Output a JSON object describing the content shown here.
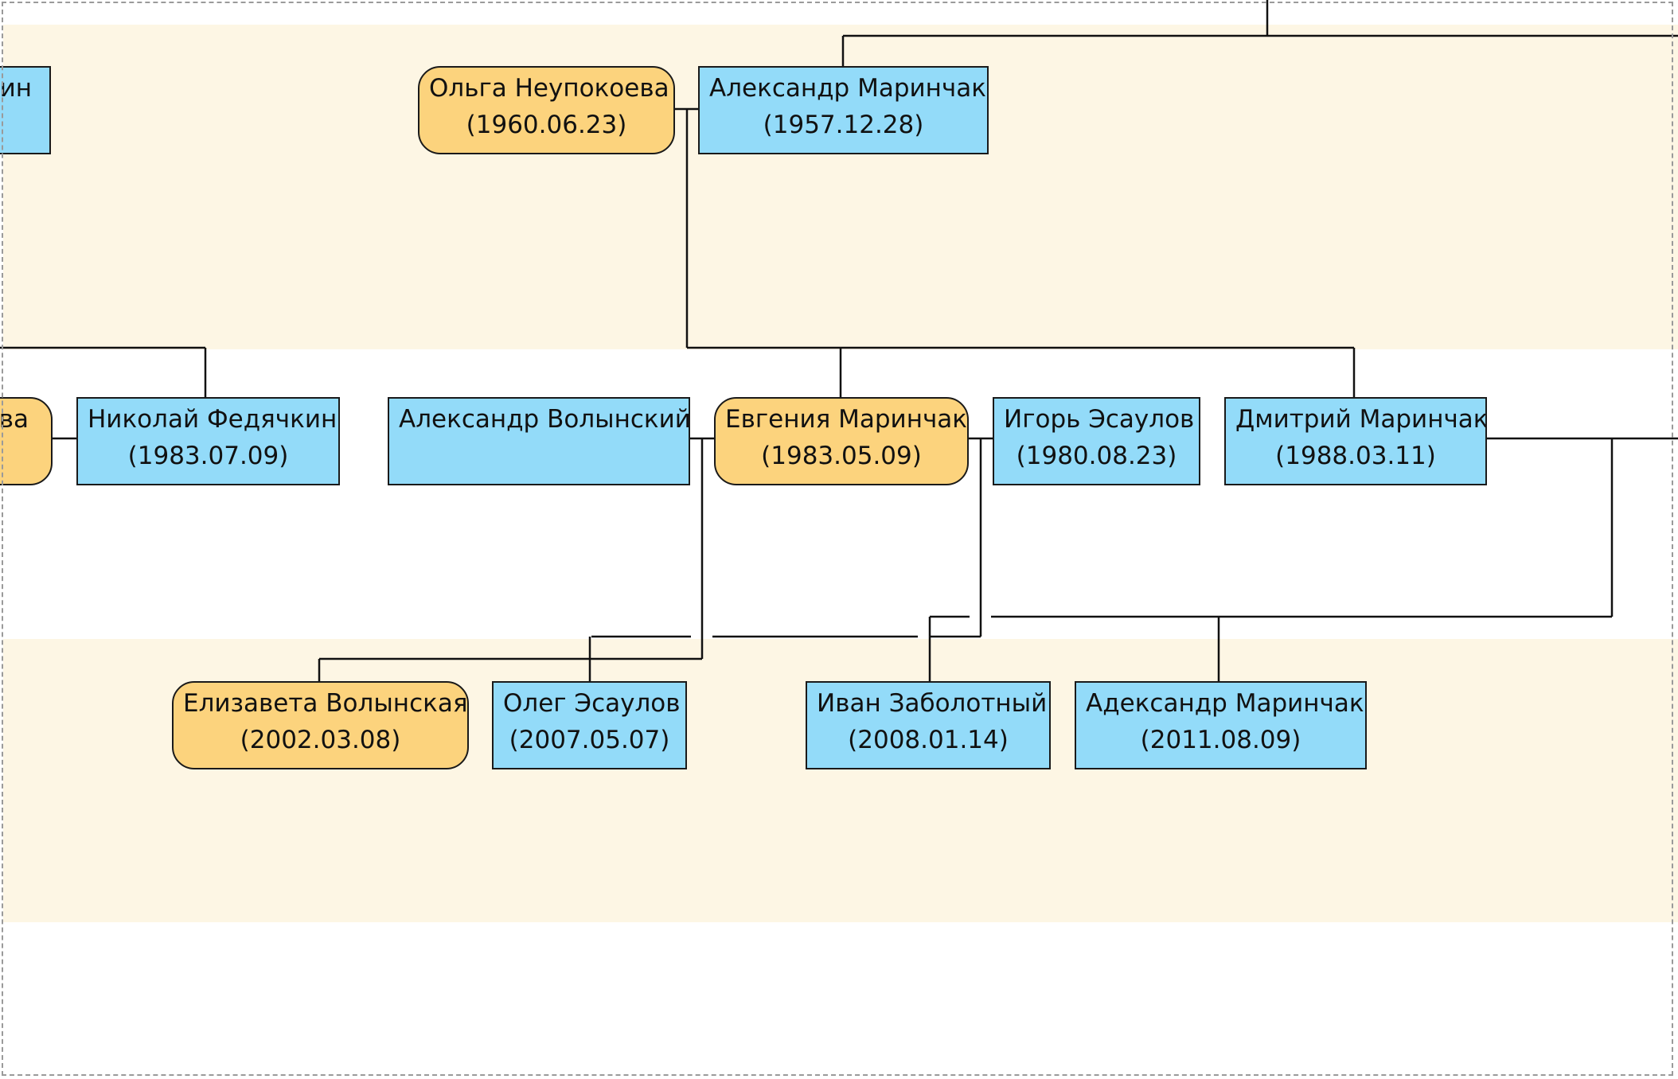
{
  "colors": {
    "generation_band": "#fdf6e4",
    "male_fill": "#93dbf9",
    "female_fill": "#fcd37d",
    "line": "#111111",
    "border": "#1a1a1a"
  },
  "people": {
    "partial_left_top": {
      "name": "ин",
      "date": "",
      "gender": "male"
    },
    "olga_neupokoeva": {
      "name": "Ольга Неупокоева",
      "date": "(1960.06.23)",
      "gender": "female"
    },
    "aleksandr_marinchak_1957": {
      "name": "Александр Маринчак",
      "date": "(1957.12.28)",
      "gender": "male"
    },
    "partial_left_mid": {
      "name": "ва",
      "date": "",
      "gender": "female"
    },
    "nikolai_fedyachkin": {
      "name": "Николай Федячкин",
      "date": "(1983.07.09)",
      "gender": "male"
    },
    "aleksandr_volynskii": {
      "name": "Александр Волынский",
      "date": "",
      "gender": "male"
    },
    "evgeniya_marinchak": {
      "name": "Евгения Маринчак",
      "date": "(1983.05.09)",
      "gender": "female"
    },
    "igor_esaulov": {
      "name": "Игорь Эсаулов",
      "date": "(1980.08.23)",
      "gender": "male"
    },
    "dmitrii_marinchak": {
      "name": "Дмитрий Маринчак",
      "date": "(1988.03.11)",
      "gender": "male"
    },
    "elizaveta_volynskaya": {
      "name": "Елизавета Волынская",
      "date": "(2002.03.08)",
      "gender": "female"
    },
    "oleg_esaulov": {
      "name": "Олег Эсаулов",
      "date": "(2007.05.07)",
      "gender": "male"
    },
    "ivan_zabolotnyi": {
      "name": "Иван Заболотный",
      "date": "(2008.01.14)",
      "gender": "male"
    },
    "adeksandr_marinchak_2011": {
      "name": "Адександр Маринчак",
      "date": "(2011.08.09)",
      "gender": "male"
    }
  }
}
